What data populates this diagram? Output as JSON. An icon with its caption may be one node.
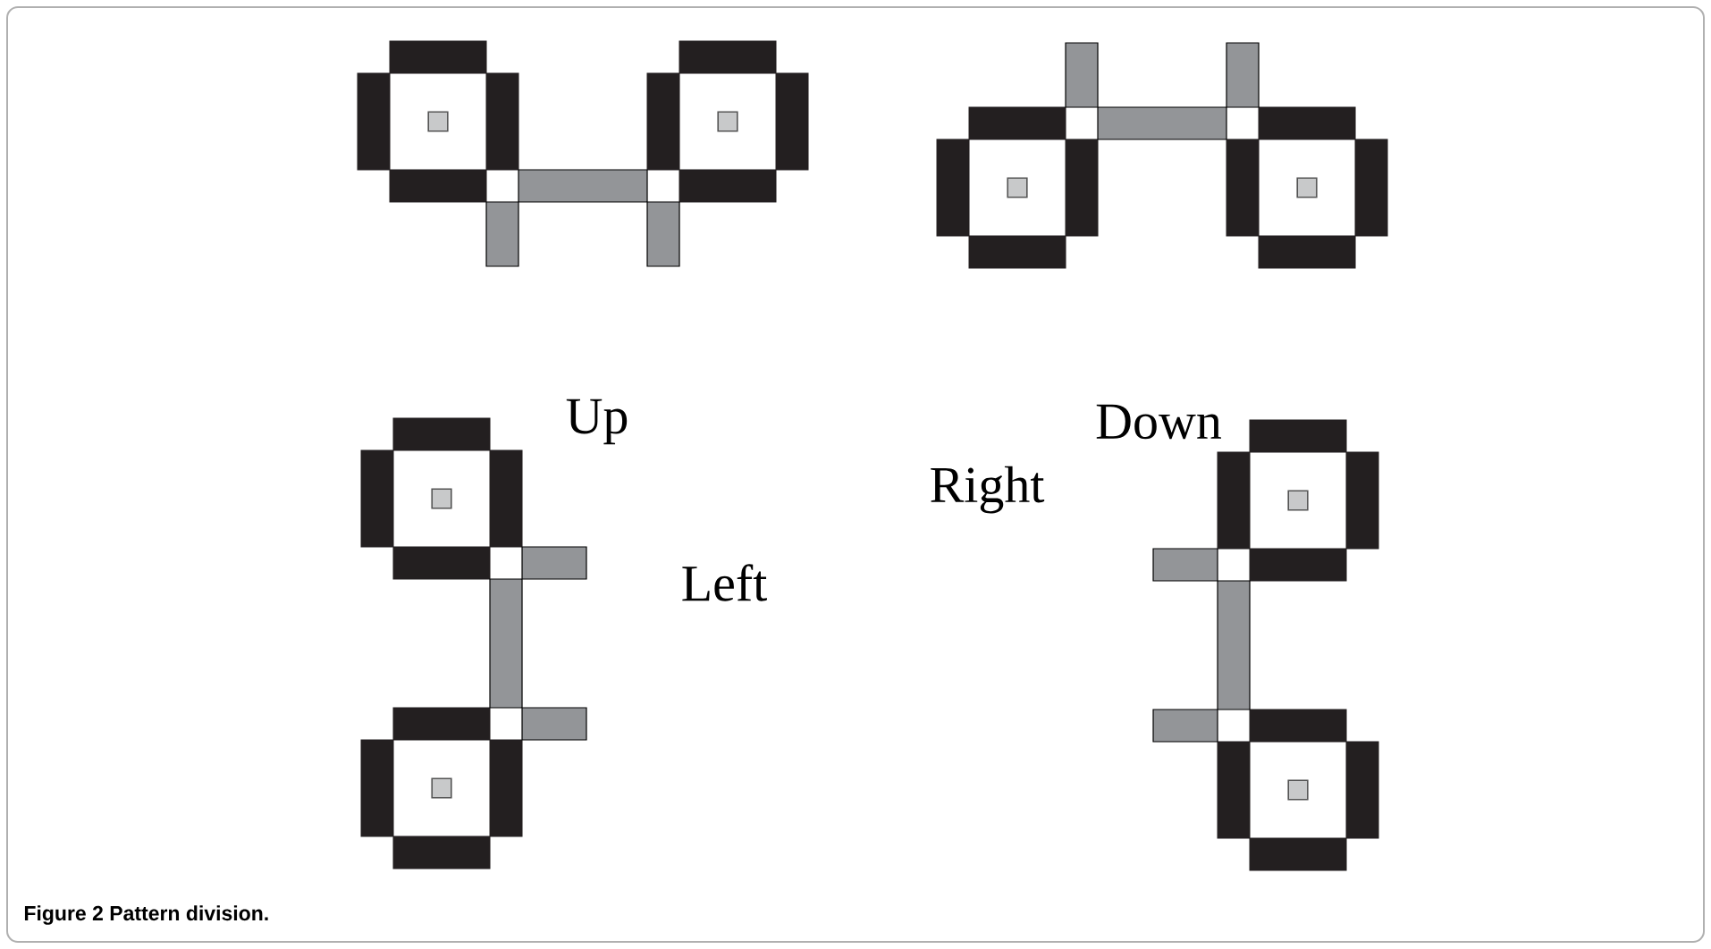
{
  "diagram": {
    "caption": "Figure 2 Pattern division.",
    "labels": [
      "Up",
      "Down",
      "Right",
      "Left"
    ]
  }
}
